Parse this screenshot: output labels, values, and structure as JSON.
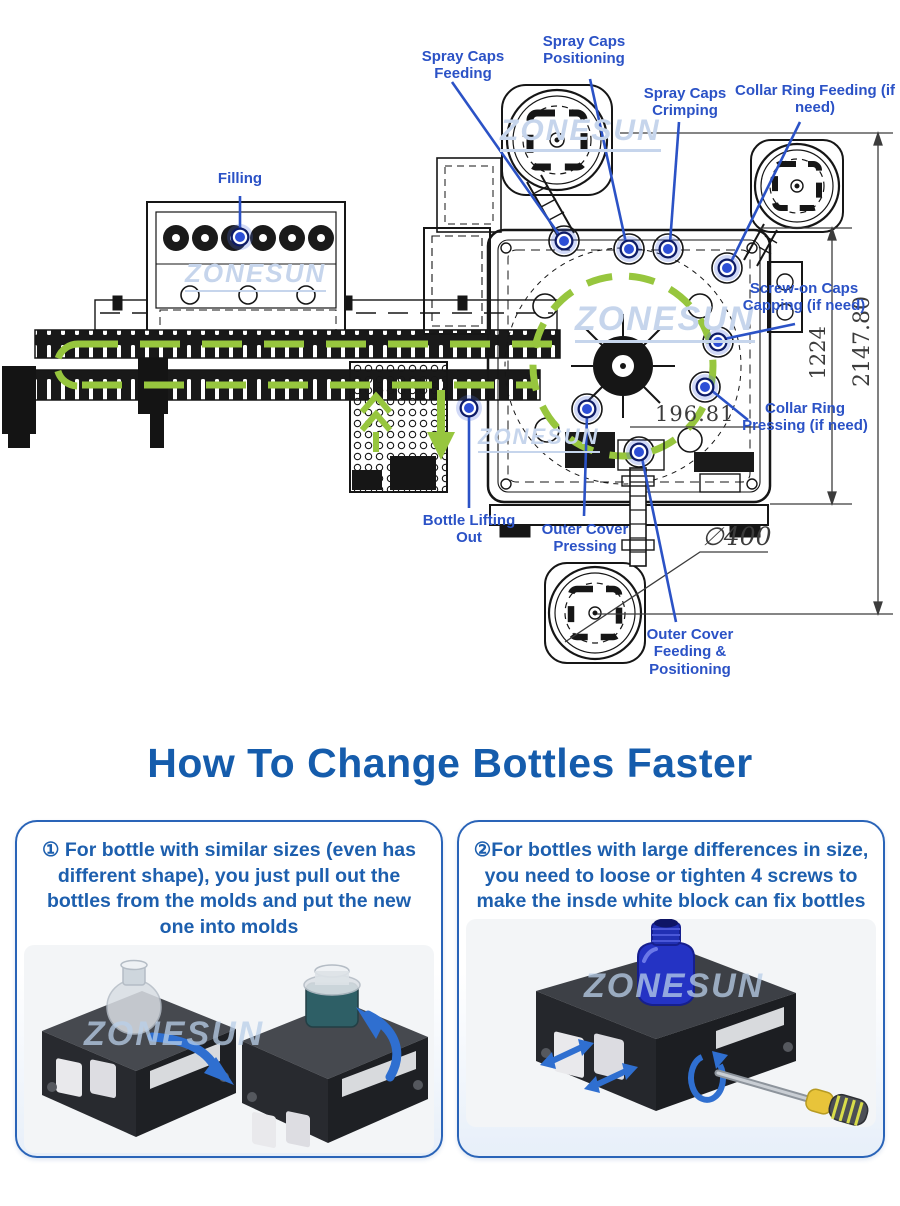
{
  "brand": {
    "watermark": "ZONESUN"
  },
  "diagram": {
    "callouts": [
      {
        "id": "filling",
        "label": "Filling"
      },
      {
        "id": "spray-caps-feeding",
        "label": "Spray Caps Feeding"
      },
      {
        "id": "spray-caps-positioning",
        "label": "Spray Caps Positioning"
      },
      {
        "id": "spray-caps-crimping",
        "label": "Spray Caps Crimping"
      },
      {
        "id": "collar-ring-feeding",
        "label": "Collar Ring Feeding (if need)"
      },
      {
        "id": "screw-on-caps-capping",
        "label": "Screw-on Caps Capping (if need)"
      },
      {
        "id": "collar-ring-pressing",
        "label": "Collar Ring Pressing (if need)"
      },
      {
        "id": "bottle-lifting-out",
        "label": "Bottle Lifting Out"
      },
      {
        "id": "outer-cover-pressing",
        "label": "Outer Cover Pressing"
      },
      {
        "id": "outer-cover-feeding",
        "label": "Outer Cover Feeding & Positioning"
      }
    ],
    "dimensions": {
      "overall_height": "2147.80",
      "frame_height": "1224",
      "partial_dim": "196.81",
      "bowl_diameter": "∅400"
    }
  },
  "how_to": {
    "heading": "How To Change Bottles Faster",
    "cards": [
      {
        "text": "① For bottle with similar sizes (even has different shape), you just pull out the bottles from the molds and put the new one into molds"
      },
      {
        "text": "②For bottles with large differences in size, you need to loose or tighten 4 screws to make the insde white block can fix bottles"
      }
    ]
  },
  "colors": {
    "callout_blue": "#2b52c6",
    "heading_blue": "#155CAC",
    "accent_green": "#97c63e",
    "marker_blue": "#2d4fd6",
    "card_border_blue": "#2a64b8",
    "watermark_blue": "#c6d5ec"
  }
}
